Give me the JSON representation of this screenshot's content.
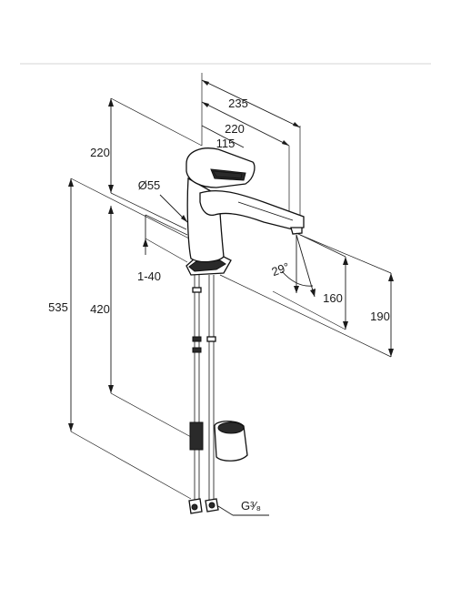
{
  "dimensions": {
    "d235": "235",
    "d220_top": "220",
    "d115": "115",
    "d220_left": "220",
    "dia55": "Ø55",
    "d1_40": "1-40",
    "d535": "535",
    "d420": "420",
    "angle29": "29°",
    "d160": "160",
    "d190": "190",
    "thread": "G³⁄₈"
  }
}
